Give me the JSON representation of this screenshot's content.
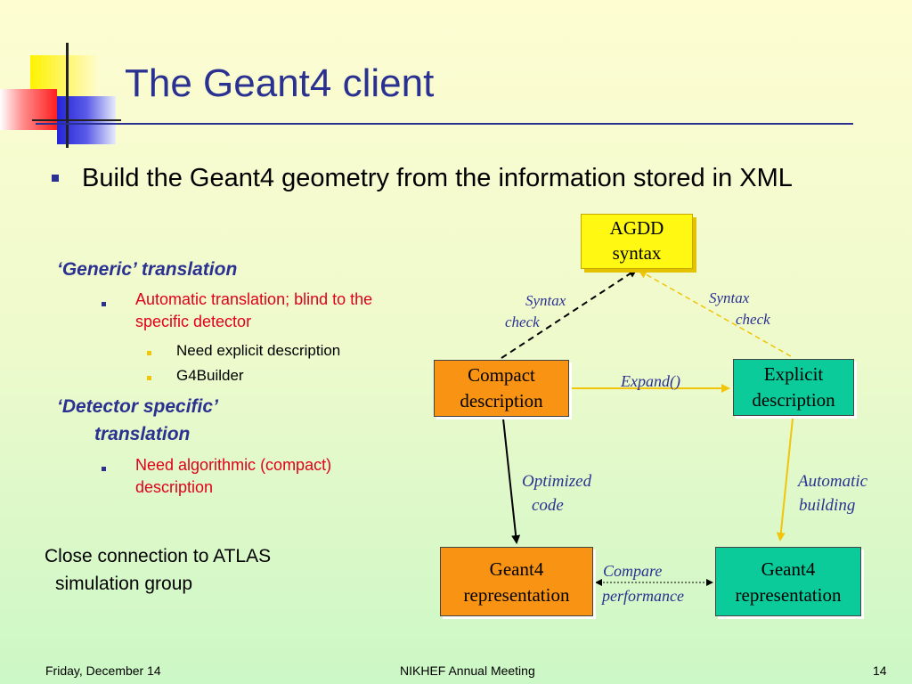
{
  "slide": {
    "title": "The Geant4 client",
    "main_bullet": "Build the Geant4 geometry from the information stored in XML",
    "generic": {
      "heading": "‘Generic’ translation",
      "point": "Automatic translation; blind to the specific detector",
      "subpoints": [
        "Need explicit description",
        "G4Builder"
      ]
    },
    "specific": {
      "heading_line1": "‘Detector specific’",
      "heading_line2": "translation",
      "point": "Need algorithmic (compact) description"
    },
    "close_line1": "Close connection to ATLAS",
    "close_line2": "simulation group"
  },
  "diagram": {
    "agdd": [
      "AGDD",
      "syntax"
    ],
    "compact": [
      "Compact",
      "description"
    ],
    "explicit": [
      "Explicit",
      "description"
    ],
    "geant_left": [
      "Geant4",
      "representation"
    ],
    "geant_right": [
      "Geant4",
      "representation"
    ],
    "syntax_left": [
      "Syntax",
      "check"
    ],
    "syntax_right": [
      "Syntax",
      "check"
    ],
    "expand": "Expand()",
    "optimized": [
      "Optimized",
      "code"
    ],
    "automatic": [
      "Automatic",
      "building"
    ],
    "compare": [
      "Compare",
      "performance"
    ]
  },
  "footer": {
    "date": "Friday, December 14",
    "event": "NIKHEF Annual Meeting",
    "page": "14"
  },
  "colors": {
    "title_blue": "#2b3191",
    "red_text": "#e0001b",
    "orange_box": "#f99313",
    "green_box": "#0ccb9b",
    "yellow_box": "#fff812"
  }
}
